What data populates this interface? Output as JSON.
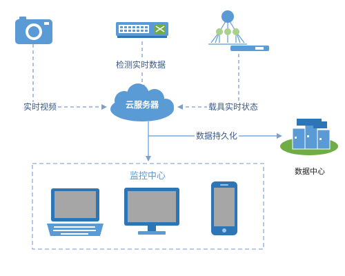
{
  "diagram": {
    "sources": {
      "camera": {
        "icon": "camera-icon"
      },
      "switch": {
        "icon": "network-switch-icon"
      },
      "vehicle": {
        "icon": "vehicle-network-icon"
      }
    },
    "hub": {
      "label": "云服务器",
      "icon": "cloud-icon"
    },
    "edges": {
      "video": "实时视频",
      "detection": "检测实时数据",
      "vehicle_status": "载具实时状态",
      "persistence": "数据持久化"
    },
    "datacenter": {
      "label": "数据中心",
      "icon": "server-rack-icon"
    },
    "monitor_center": {
      "title": "监控中心",
      "devices": [
        "desktop-computer-icon",
        "monitor-icon",
        "smartphone-icon"
      ]
    },
    "colors": {
      "primary": "#5b9bd5",
      "dark": "#2e75b6",
      "screen": "#a6a6a6",
      "edge_dash": "#8faadc",
      "grass": "#70ad47"
    }
  }
}
